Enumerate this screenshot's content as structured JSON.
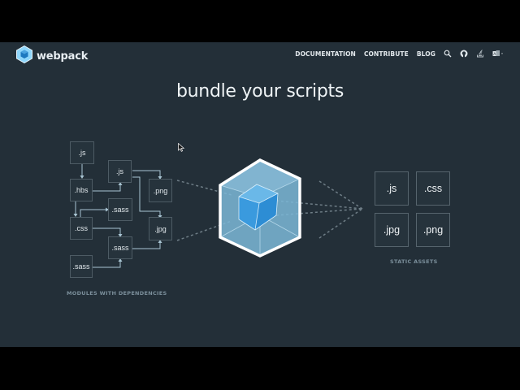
{
  "header": {
    "logo_text": "webpack",
    "nav": [
      {
        "label": "DOCUMENTATION"
      },
      {
        "label": "CONTRIBUTE"
      },
      {
        "label": "BLOG"
      }
    ],
    "icons": [
      "search-icon",
      "github-icon",
      "stack-overflow-icon",
      "language-icon"
    ]
  },
  "hero": {
    "title": "bundle your scripts"
  },
  "modules": {
    "caption": "MODULES WITH DEPENDENCIES",
    "items": [
      {
        "label": ".js"
      },
      {
        "label": ".js"
      },
      {
        "label": ".hbs"
      },
      {
        "label": ".png"
      },
      {
        "label": ".sass"
      },
      {
        "label": ".css"
      },
      {
        "label": ".jpg"
      },
      {
        "label": ".sass"
      },
      {
        "label": ".sass"
      }
    ]
  },
  "assets": {
    "caption": "STATIC ASSETS",
    "items": [
      {
        "label": ".js"
      },
      {
        "label": ".css"
      },
      {
        "label": ".jpg"
      },
      {
        "label": ".png"
      }
    ]
  },
  "colors": {
    "background": "#232f38",
    "cube_light": "#8ed6fb",
    "cube_dark": "#1c78c0",
    "text": "#eef3f5",
    "caption": "#7b8f9b"
  }
}
